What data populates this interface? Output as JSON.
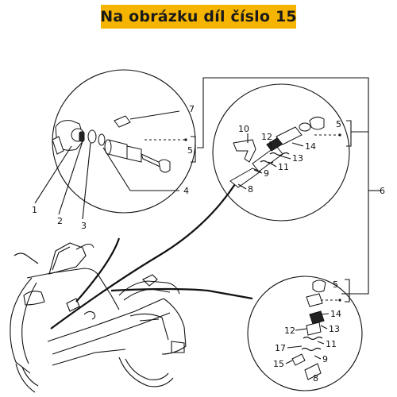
{
  "banner": {
    "text": "Na obrázku díl číslo 15",
    "color": "#f4b400"
  },
  "callouts": {
    "top_left": [
      "1",
      "2",
      "3",
      "4",
      "5",
      "7"
    ],
    "top_right": [
      "10",
      "12",
      "14",
      "5",
      "13",
      "11",
      "9",
      "8"
    ],
    "bottom_right": [
      "5",
      "14",
      "12",
      "13",
      "17",
      "11",
      "15",
      "9",
      "8"
    ],
    "group": "6"
  }
}
